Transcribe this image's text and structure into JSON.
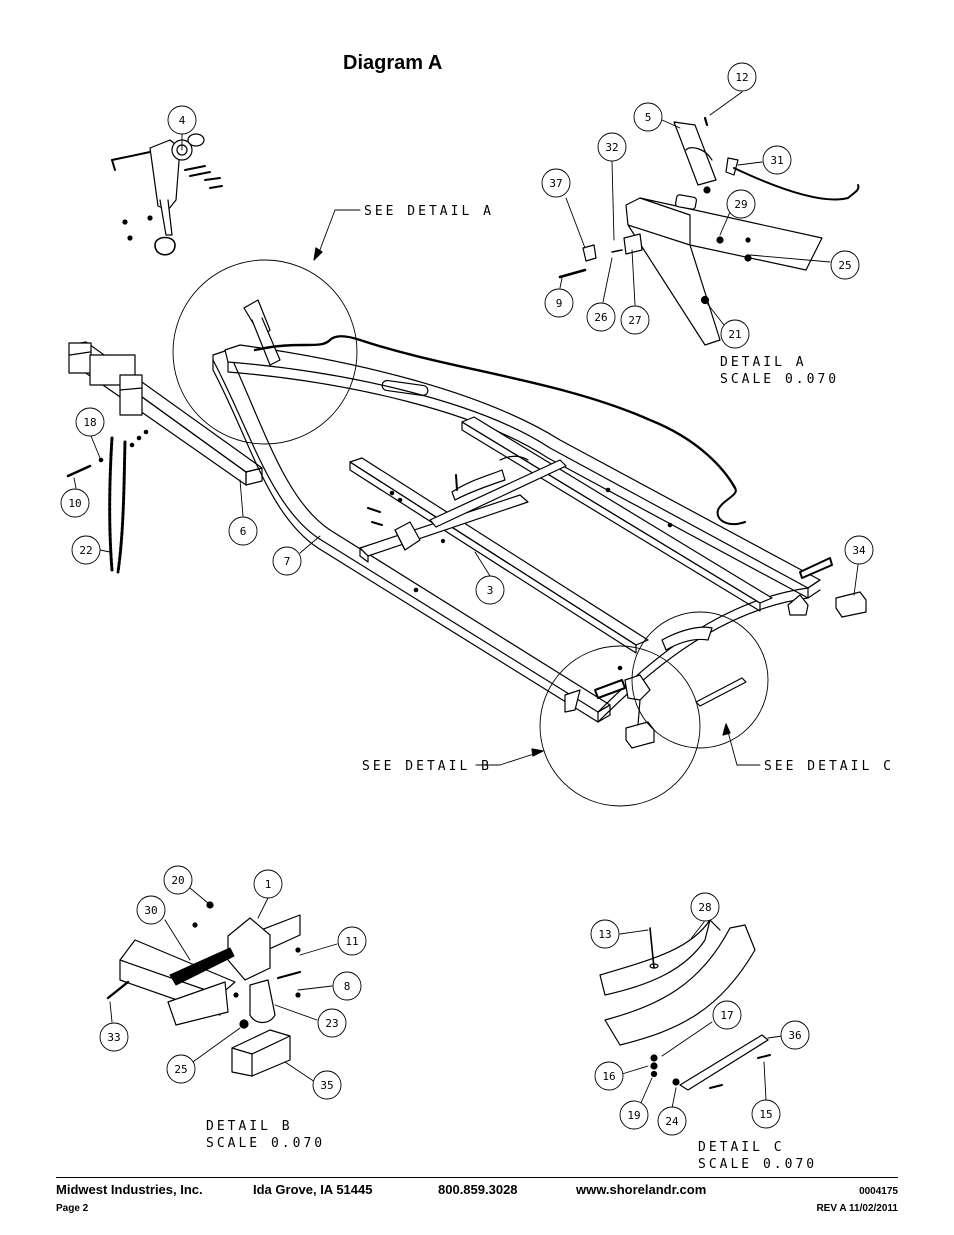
{
  "title": "Diagram A",
  "callouts": {
    "detail_a": "SEE DETAIL A",
    "detail_b": "SEE DETAIL B",
    "detail_c": "SEE DETAIL C"
  },
  "details": {
    "a": {
      "label": "DETAIL A",
      "scale": "SCALE 0.070"
    },
    "b": {
      "label": "DETAIL B",
      "scale": "SCALE 0.070"
    },
    "c": {
      "label": "DETAIL C",
      "scale": "SCALE 0.070"
    }
  },
  "part_numbers": [
    "4",
    "12",
    "5",
    "32",
    "31",
    "37",
    "29",
    "25",
    "9",
    "26",
    "27",
    "21",
    "18",
    "10",
    "22",
    "6",
    "7",
    "3",
    "34",
    "20",
    "1",
    "30",
    "11",
    "8",
    "33",
    "23",
    "25",
    "35",
    "13",
    "28",
    "17",
    "36",
    "16",
    "19",
    "24",
    "15"
  ],
  "footer": {
    "company": "Midwest Industries, Inc.",
    "city": "Ida Grove, IA  51445",
    "phone": "800.859.3028",
    "website": "www.shorelandr.com",
    "doc_number": "0004175",
    "page": "Page 2",
    "revision": "REV A 11/02/2011"
  }
}
